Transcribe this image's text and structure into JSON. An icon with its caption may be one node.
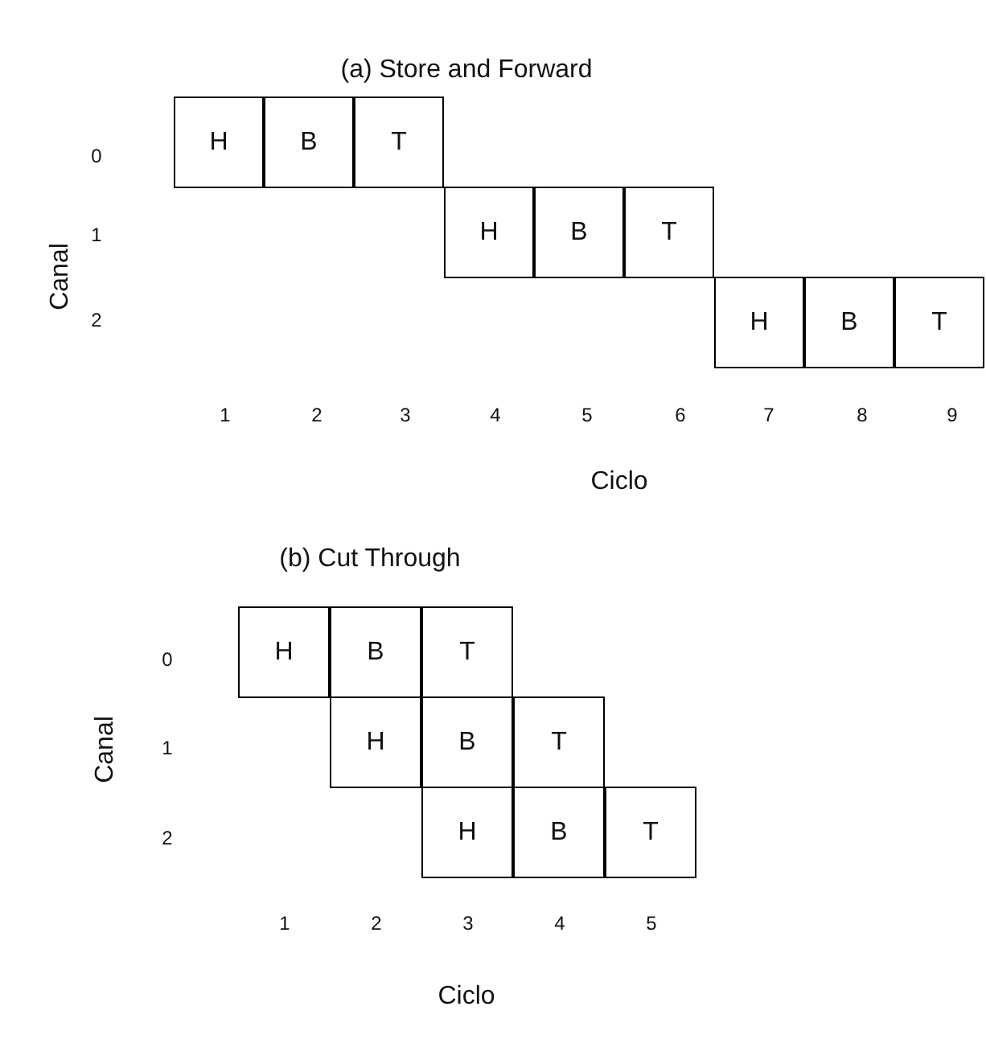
{
  "diagram": {
    "nodes": [
      {
        "text": [
          "H"
        ]
      },
      {
        "text": [
          "B"
        ]
      },
      {
        "text": [
          "T"
        ]
      },
      {
        "text": [
          "H"
        ]
      },
      {
        "text": [
          "B"
        ]
      },
      {
        "text": [
          "T"
        ]
      },
      {
        "text": [
          "H"
        ]
      },
      {
        "text": [
          "B"
        ]
      },
      {
        "text": [
          "T"
        ]
      },
      {
        "text": [
          "H"
        ]
      },
      {
        "text": [
          "B"
        ]
      },
      {
        "text": [
          "T"
        ]
      },
      {
        "text": [
          "H"
        ]
      },
      {
        "text": [
          "B"
        ]
      },
      {
        "text": [
          "T"
        ]
      },
      {
        "text": [
          "H"
        ]
      },
      {
        "text": [
          "B"
        ]
      },
      {
        "text": [
          "T"
        ]
      }
    ],
    "labels": [
      "(a) Store and Forward",
      "Canal",
      "0",
      "1",
      "2",
      "1",
      "2",
      "3",
      "4",
      "5",
      "6",
      "7",
      "8",
      "9",
      "Ciclo",
      "(b) Cut Through",
      "Canal",
      "0",
      "1",
      "2",
      "1",
      "2",
      "3",
      "4",
      "5",
      "Ciclo"
    ]
  }
}
